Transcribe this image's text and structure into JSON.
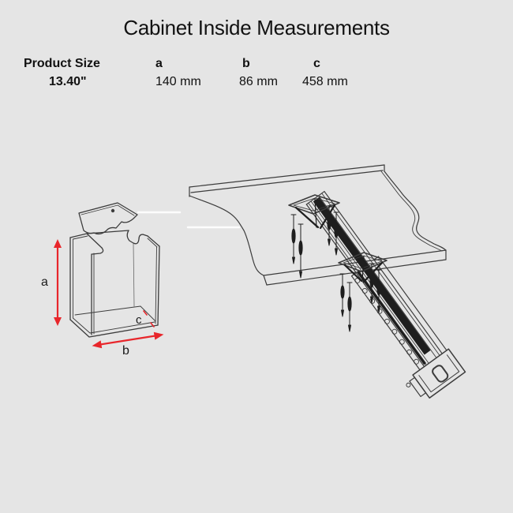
{
  "page": {
    "title": "Cabinet Inside Measurements",
    "background": "#e5e5e5"
  },
  "spec_table": {
    "headers": {
      "product_size": "Product Size",
      "a": "a",
      "b": "b",
      "c": "c"
    },
    "values": {
      "product_size": "13.40\"",
      "a": "140 mm",
      "b": "86 mm",
      "c": "458 mm"
    }
  },
  "diagram": {
    "dimension_labels": {
      "a": "a",
      "b": "b",
      "c": "c"
    },
    "colors": {
      "arrow": "#e8262b",
      "line": "#3c3c3c",
      "dark": "#1e1e1e",
      "highlight": "#ffffff"
    }
  }
}
